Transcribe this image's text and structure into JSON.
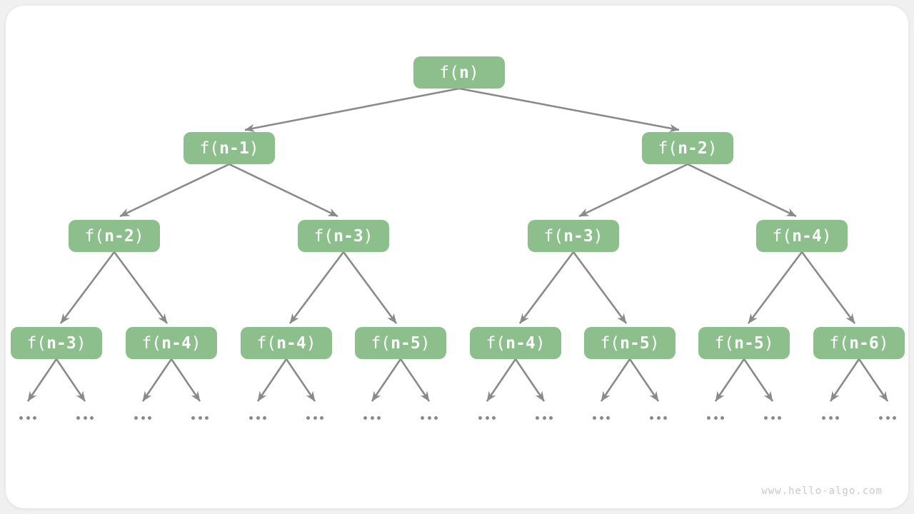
{
  "colors": {
    "page_bg": "#f0f0f0",
    "card_bg": "#ffffff",
    "node_green": "#8cbf8c",
    "node_text": "#ffffff",
    "arrow_gray": "#8a8a8a",
    "watermark_gray": "#c9c9c9"
  },
  "watermark": {
    "text": "www.hello-algo.com"
  },
  "tree": {
    "description": "recursion tree of f(n)",
    "levels": [
      {
        "nodes": [
          {
            "pre": "f(",
            "bold": "n",
            "post": ")"
          }
        ]
      },
      {
        "nodes": [
          {
            "pre": "f(",
            "bold": "n-1",
            "post": ")"
          },
          {
            "pre": "f(",
            "bold": "n-2",
            "post": ")"
          }
        ]
      },
      {
        "nodes": [
          {
            "pre": "f(",
            "bold": "n-2",
            "post": ")"
          },
          {
            "pre": "f(",
            "bold": "n-3",
            "post": ")"
          },
          {
            "pre": "f(",
            "bold": "n-3",
            "post": ")"
          },
          {
            "pre": "f(",
            "bold": "n-4",
            "post": ")"
          }
        ]
      },
      {
        "nodes": [
          {
            "pre": "f(",
            "bold": "n-3",
            "post": ")"
          },
          {
            "pre": "f(",
            "bold": "n-4",
            "post": ")"
          },
          {
            "pre": "f(",
            "bold": "n-4",
            "post": ")"
          },
          {
            "pre": "f(",
            "bold": "n-5",
            "post": ")"
          },
          {
            "pre": "f(",
            "bold": "n-4",
            "post": ")"
          },
          {
            "pre": "f(",
            "bold": "n-5",
            "post": ")"
          },
          {
            "pre": "f(",
            "bold": "n-5",
            "post": ")"
          },
          {
            "pre": "f(",
            "bold": "n-6",
            "post": ")"
          }
        ]
      }
    ]
  }
}
